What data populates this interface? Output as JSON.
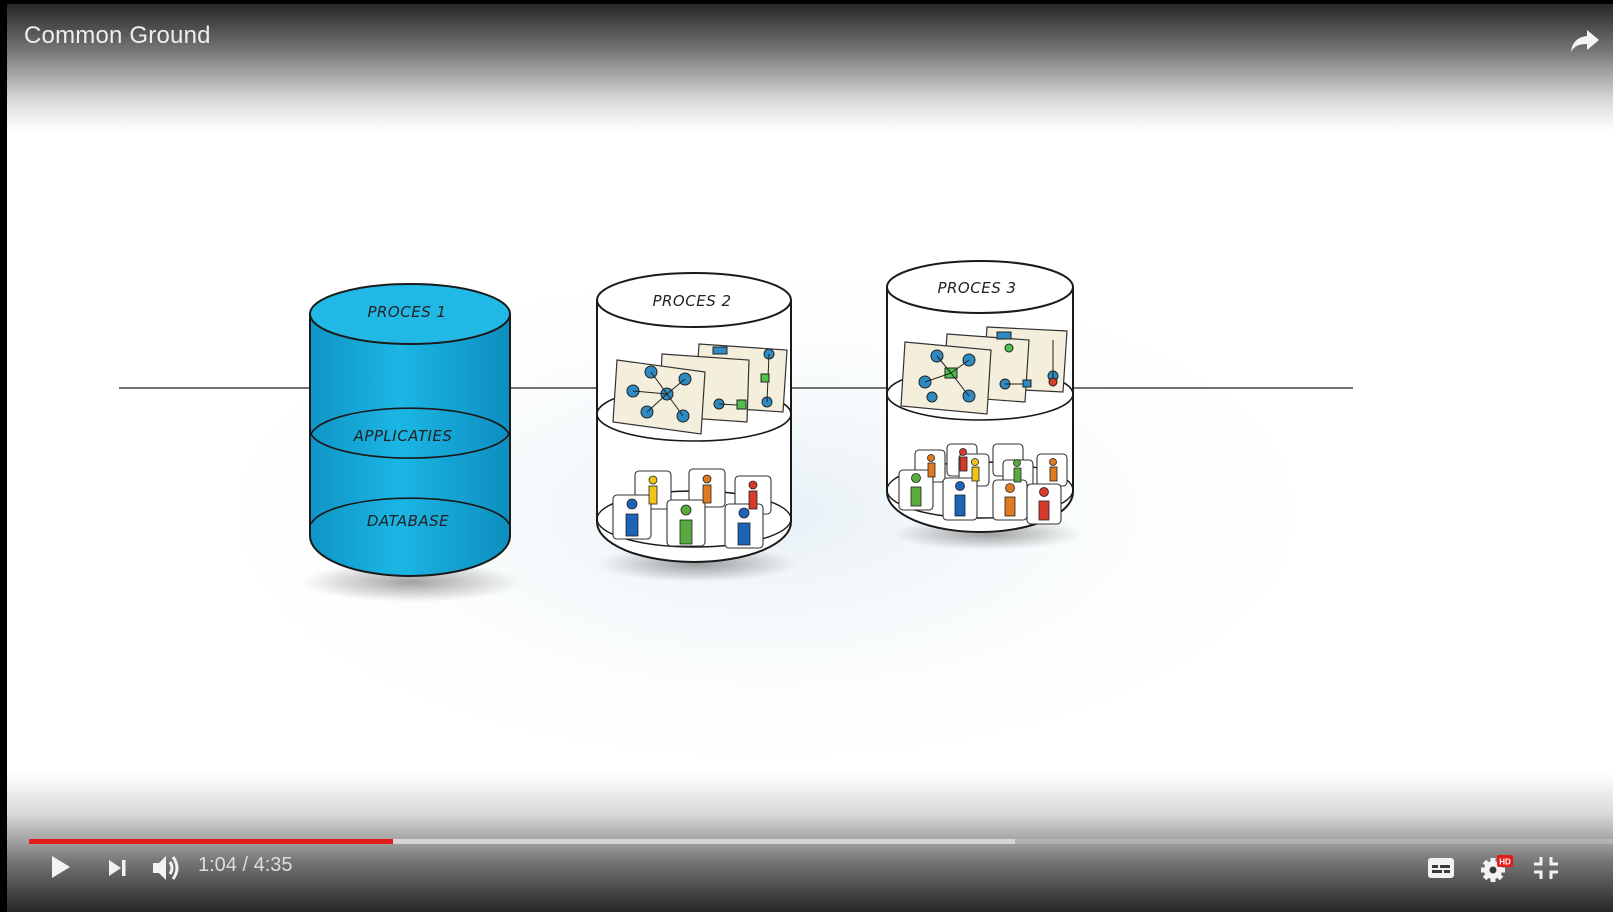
{
  "video": {
    "title": "Common Ground",
    "current_time": "1:04",
    "separator": " / ",
    "total_time": "4:35",
    "played_fraction": 0.2297,
    "buffered_fraction": 0.6222
  },
  "diagram": {
    "cylinder1": {
      "title": "PROCES 1",
      "layer_applications": "APPLICATIES",
      "layer_database": "DATABASE"
    },
    "cylinder2": {
      "title": "PROCES 2"
    },
    "cylinder3": {
      "title": "PROCES 3"
    }
  },
  "controls": {
    "play_icon": "play-icon",
    "next_icon": "next-icon",
    "volume_icon": "volume-icon",
    "subtitles_icon": "subtitles-icon",
    "settings_icon": "gear-icon",
    "settings_badge": "HD",
    "fullscreen_icon": "exit-fullscreen-icon",
    "share_icon": "share-icon"
  },
  "colors": {
    "progress_played": "#e21c1c",
    "cylinder_blue": "#17aedd",
    "hd_badge": "#e21c1c"
  }
}
